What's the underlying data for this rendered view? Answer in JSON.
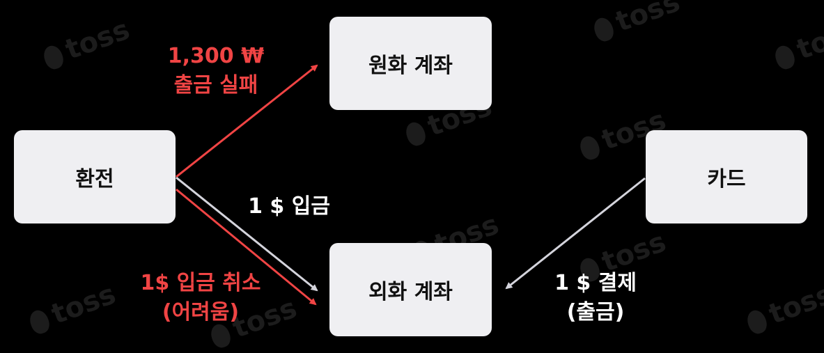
{
  "watermark": "toss",
  "nodes": {
    "exchange": "환전",
    "krw_account": "원화 계좌",
    "fx_account": "외화 계좌",
    "card": "카드"
  },
  "labels": {
    "withdraw_fail": [
      "1,300 ₩",
      "출금 실패"
    ],
    "deposit": "1 $ 입금",
    "deposit_cancel": [
      "1$ 입금 취소",
      "(어려움)"
    ],
    "payment": [
      "1 $ 결제",
      "(출금)"
    ]
  },
  "colors": {
    "background": "#000000",
    "node_fill": "#efeff2",
    "red_arrow": "#f04444",
    "gray_arrow": "#d4d4dc"
  }
}
